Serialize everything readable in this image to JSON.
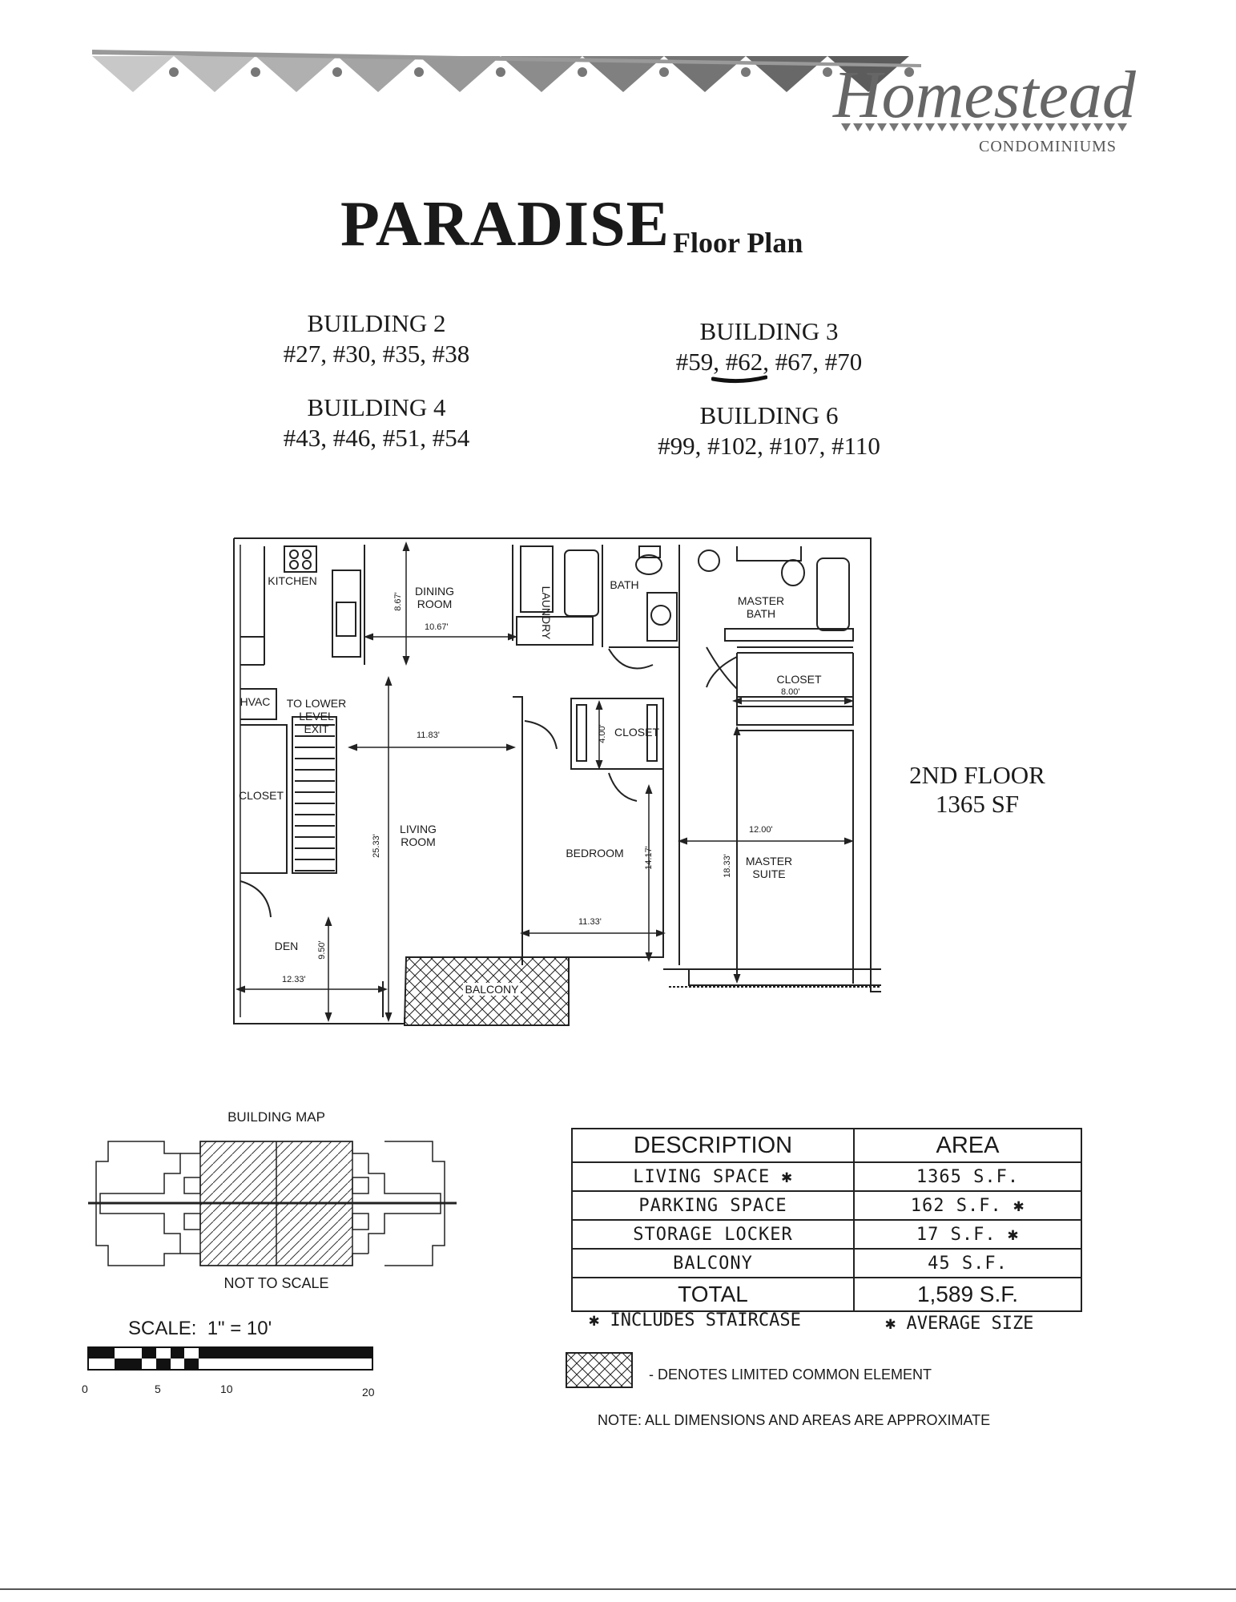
{
  "brand": {
    "name": "Homestead",
    "tagline": "CONDOMINIUMS"
  },
  "header": {
    "title": "PARADISE",
    "subtitle": "Floor Plan"
  },
  "buildings": [
    {
      "name": "BUILDING 2",
      "units": "#27, #30, #35, #38"
    },
    {
      "name": "BUILDING 3",
      "units": "#59, #62, #67, #70"
    },
    {
      "name": "BUILDING 4",
      "units": "#43, #46, #51, #54"
    },
    {
      "name": "BUILDING 6",
      "units": "#99, #102, #107, #110"
    }
  ],
  "floor": {
    "level": "2ND FLOOR",
    "area": "1365 SF"
  },
  "plan": {
    "rooms": {
      "kitchen": "KITCHEN",
      "dining": "DINING\nROOM",
      "laundry": "LAUNDRY",
      "bath": "BATH",
      "master_bath": "MASTER\nBATH",
      "closet_master": "CLOSET",
      "hvac": "HVAC",
      "lower_level": "TO LOWER\nLEVEL\nEXIT",
      "closet_left": "CLOSET",
      "closet_bed": "CLOSET",
      "living": "LIVING\nROOM",
      "bedroom": "BEDROOM",
      "master_suite": "MASTER\nSUITE",
      "den": "DEN",
      "balcony": "BALCONY"
    },
    "dimensions": {
      "kitchen_h": "8.67'",
      "dining_w": "10.67'",
      "closet_w": "8.00'",
      "living_w": "11.83'",
      "living_h": "25.33'",
      "closet_bed_h": "4.00'",
      "master_w": "12.00'",
      "master_h": "18.33'",
      "bedroom_h": "14.17'",
      "bedroom_w": "11.33'",
      "den_h": "9.50'",
      "den_w": "12.33'"
    }
  },
  "building_map": {
    "title": "BUILDING MAP",
    "caption": "NOT TO SCALE"
  },
  "scale": {
    "label": "SCALE:  1\" = 10'",
    "ticks": [
      "0",
      "5",
      "10",
      "20"
    ]
  },
  "area_table": {
    "headers": [
      "DESCRIPTION",
      "AREA"
    ],
    "rows": [
      {
        "desc": "LIVING SPACE ✱",
        "area": "1365 S.F."
      },
      {
        "desc": "PARKING SPACE",
        "area": "162 S.F. ✱"
      },
      {
        "desc": "STORAGE LOCKER",
        "area": "17 S.F. ✱"
      },
      {
        "desc": "BALCONY",
        "area": "45 S.F."
      }
    ],
    "total": {
      "desc": "TOTAL",
      "area": "1,589 S.F."
    }
  },
  "footnotes": {
    "staircase": "✱ INCLUDES STAIRCASE",
    "average": "✱ AVERAGE SIZE"
  },
  "legend": {
    "text": "- DENOTES LIMITED COMMON ELEMENT"
  },
  "note": "NOTE: ALL DIMENSIONS AND AREAS ARE APPROXIMATE"
}
